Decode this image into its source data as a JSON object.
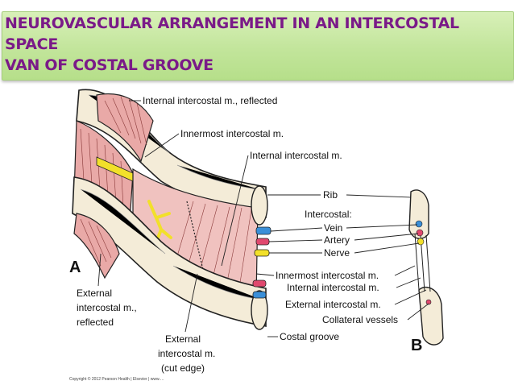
{
  "title": {
    "line1": "NEUROVASCULAR ARRANGEMENT IN AN INTERCOSTAL",
    "line2": "SPACE",
    "line3": "VAN OF COSTAL GROOVE"
  },
  "labels": {
    "internal_reflected": "Internal intercostal m., reflected",
    "innermost": "Innermost intercostal m.",
    "internal": "Internal intercostal m.",
    "rib": "Rib",
    "intercostal": "Intercostal:",
    "vein": "Vein",
    "artery": "Artery",
    "nerve": "Nerve",
    "innermost_b": "Innermost intercostal m.",
    "internal_b": "Internal intercostal m.",
    "external_b": "External intercostal m.",
    "collateral": "Collateral vessels",
    "costal_groove": "Costal groove",
    "external_reflected_1": "External",
    "external_reflected_2": "intercostal m.,",
    "external_reflected_3": "reflected",
    "external_cut_1": "External",
    "external_cut_2": "intercostal m.",
    "external_cut_3": "(cut edge)",
    "panel_a": "A",
    "panel_b": "B",
    "copyright": "Copyright © 2012 Pearson Health | Elsevier | www.…"
  },
  "colors": {
    "title_text": "#7a1a88",
    "title_band": "#c2e59b",
    "rib_fill": "#f4ecd8",
    "muscle_fill": "#e9a9a7",
    "vein": "#3a8fd8",
    "artery": "#e0486e",
    "nerve": "#f2e02a"
  }
}
